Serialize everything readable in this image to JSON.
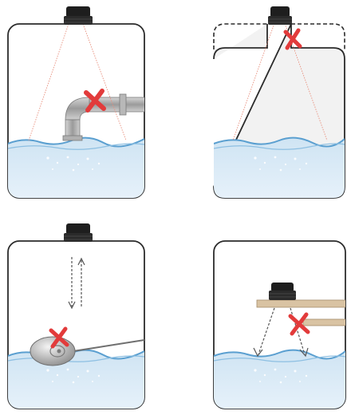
{
  "panels": [
    {
      "id": "pipe-obstruction",
      "obstacle": "pipe-icon",
      "marker": "cross-mark-icon",
      "beam": "sensor-cone"
    },
    {
      "id": "mounted-in-nozzle",
      "obstacle": "tank-nozzle",
      "marker": "cross-mark-icon",
      "beam": "sensor-cone"
    },
    {
      "id": "float-obstruction",
      "obstacle": "float-ball-icon",
      "marker": "cross-mark-icon",
      "beam": "echo-arrows"
    },
    {
      "id": "bracket-reflection",
      "obstacle": "mounting-bracket",
      "marker": "cross-mark-icon",
      "beam": "echo-arrows"
    }
  ],
  "colors": {
    "tank_outline": "#2b2b2b",
    "tank_fill": "#ffffff",
    "tank_fill_alt": "#f2f2f2",
    "sensor": "#1e1e1e",
    "beam": "#e8907e",
    "water": "#cfe4f3",
    "water_deep": "#b3d3ec",
    "wave": "#5a9fd0",
    "pipe": "#a9a9a9",
    "cross": "#e23b3b",
    "bracket": "#d9c3a3",
    "float": "#cfcfcf"
  }
}
